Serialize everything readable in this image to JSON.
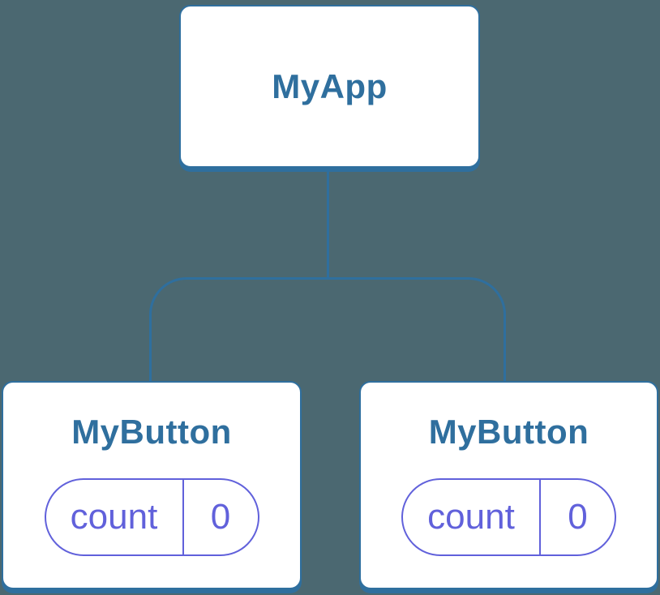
{
  "colors": {
    "background": "#4B6871",
    "node_blue": "#2F6F9E",
    "state_purple": "#6161DB",
    "node_fill": "#FFFFFF"
  },
  "diagram": {
    "type": "component-tree",
    "root": {
      "label": "MyApp"
    },
    "children": [
      {
        "label": "MyButton",
        "state": {
          "key": "count",
          "value": "0"
        }
      },
      {
        "label": "MyButton",
        "state": {
          "key": "count",
          "value": "0"
        }
      }
    ]
  }
}
